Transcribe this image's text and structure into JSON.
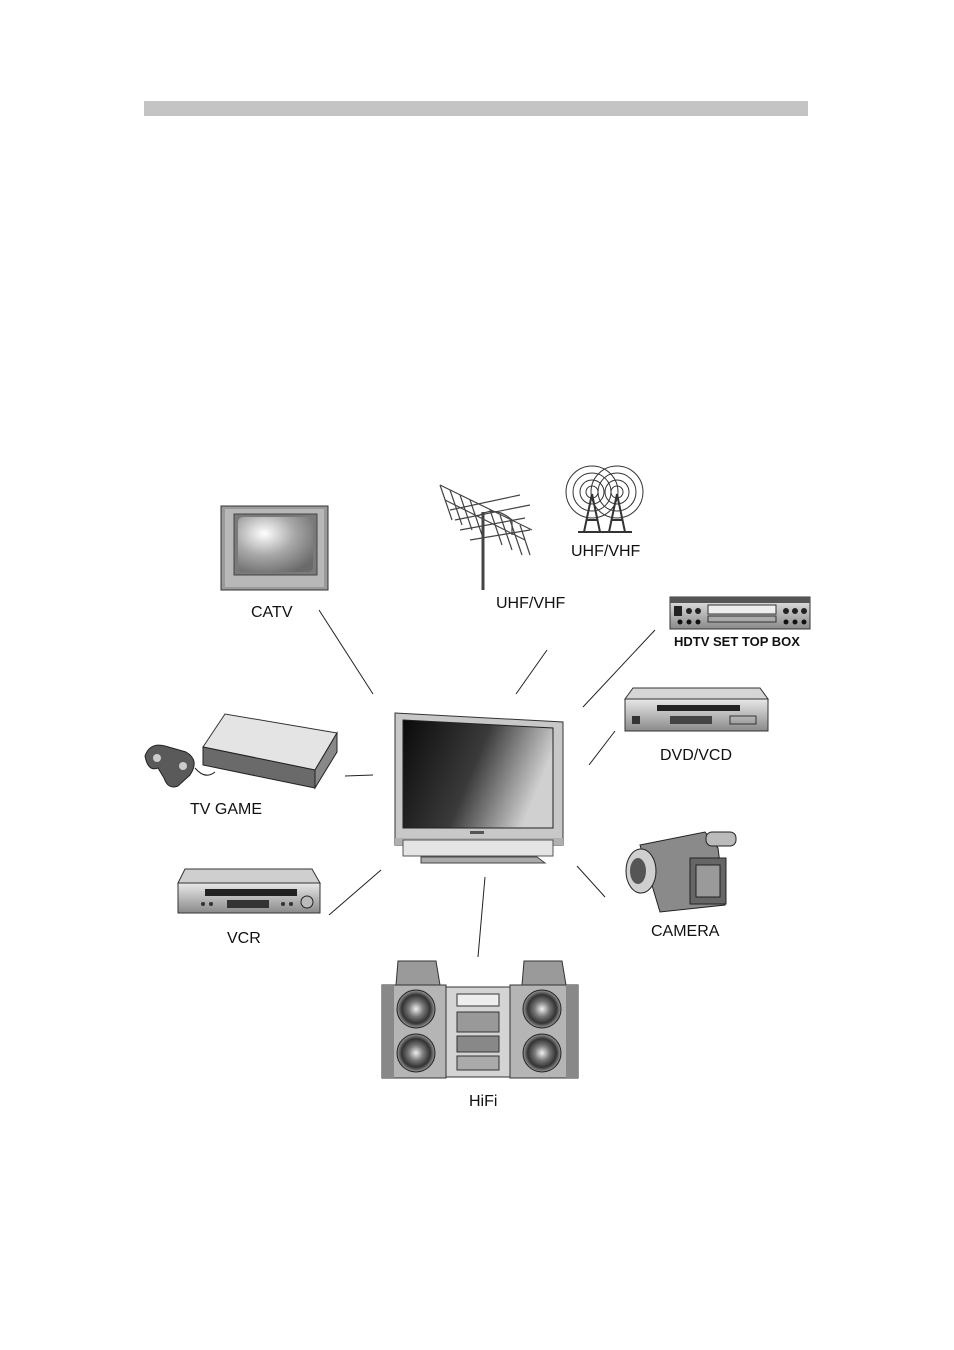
{
  "header": {
    "bar_color": "#c4c4c4"
  },
  "devices": {
    "catv": "CATV",
    "antenna": "UHF/VHF",
    "broadcast_tower": "UHF/VHF",
    "set_top_box": "HDTV SET TOP BOX",
    "dvd": "DVD/VCD",
    "tv_game": "TV GAME",
    "vcr": "VCR",
    "camera": "CAMERA",
    "hifi": "HiFi"
  }
}
